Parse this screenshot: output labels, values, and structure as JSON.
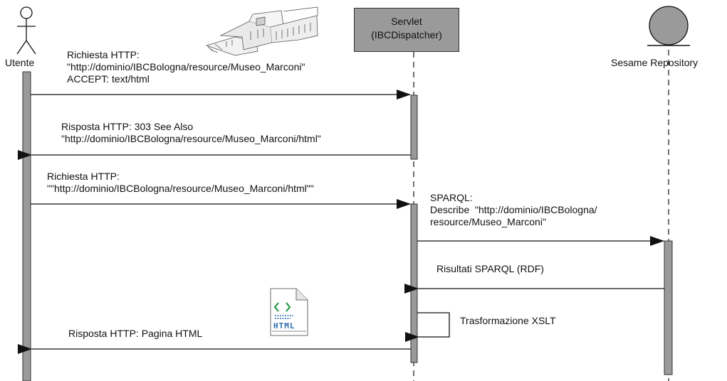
{
  "actors": {
    "user": "Utente",
    "servlet": [
      "Servlet",
      "(IBCDispatcher)"
    ],
    "repository": "Sesame Repository"
  },
  "messages": {
    "m1": [
      "Richiesta HTTP:",
      "\"http://dominio/IBCBologna/resource/Museo_Marconi\"",
      "ACCEPT: text/html"
    ],
    "m2": [
      "Risposta HTTP: 303 See Also",
      "\"http://dominio/IBCBologna/resource/Museo_Marconi/html\""
    ],
    "m3": [
      "Richiesta HTTP:",
      "\"\"http://dominio/IBCBologna/resource/Museo_Marconi/html\"\""
    ],
    "m4": [
      "SPARQL:",
      "Describe  \"http://dominio/IBCBologna/",
      "resource/Museo_Marconi\""
    ],
    "m5": "Risultati SPARQL (RDF)",
    "m6": "Trasformazione XSLT",
    "m7": "Risposta HTTP: Pagina HTML"
  },
  "html_icon_label": "HTML",
  "icons": {
    "actor": "stick-figure-icon",
    "building": "building-sketch-icon",
    "database": "database-circle-icon",
    "document": "html-file-icon"
  },
  "colors": {
    "servlet_fill": "#9a9a9a",
    "activation_fill": "#9a9a9a",
    "line": "#111111",
    "code_green": "#2e9e4f",
    "code_blue": "#2f6fb0"
  }
}
